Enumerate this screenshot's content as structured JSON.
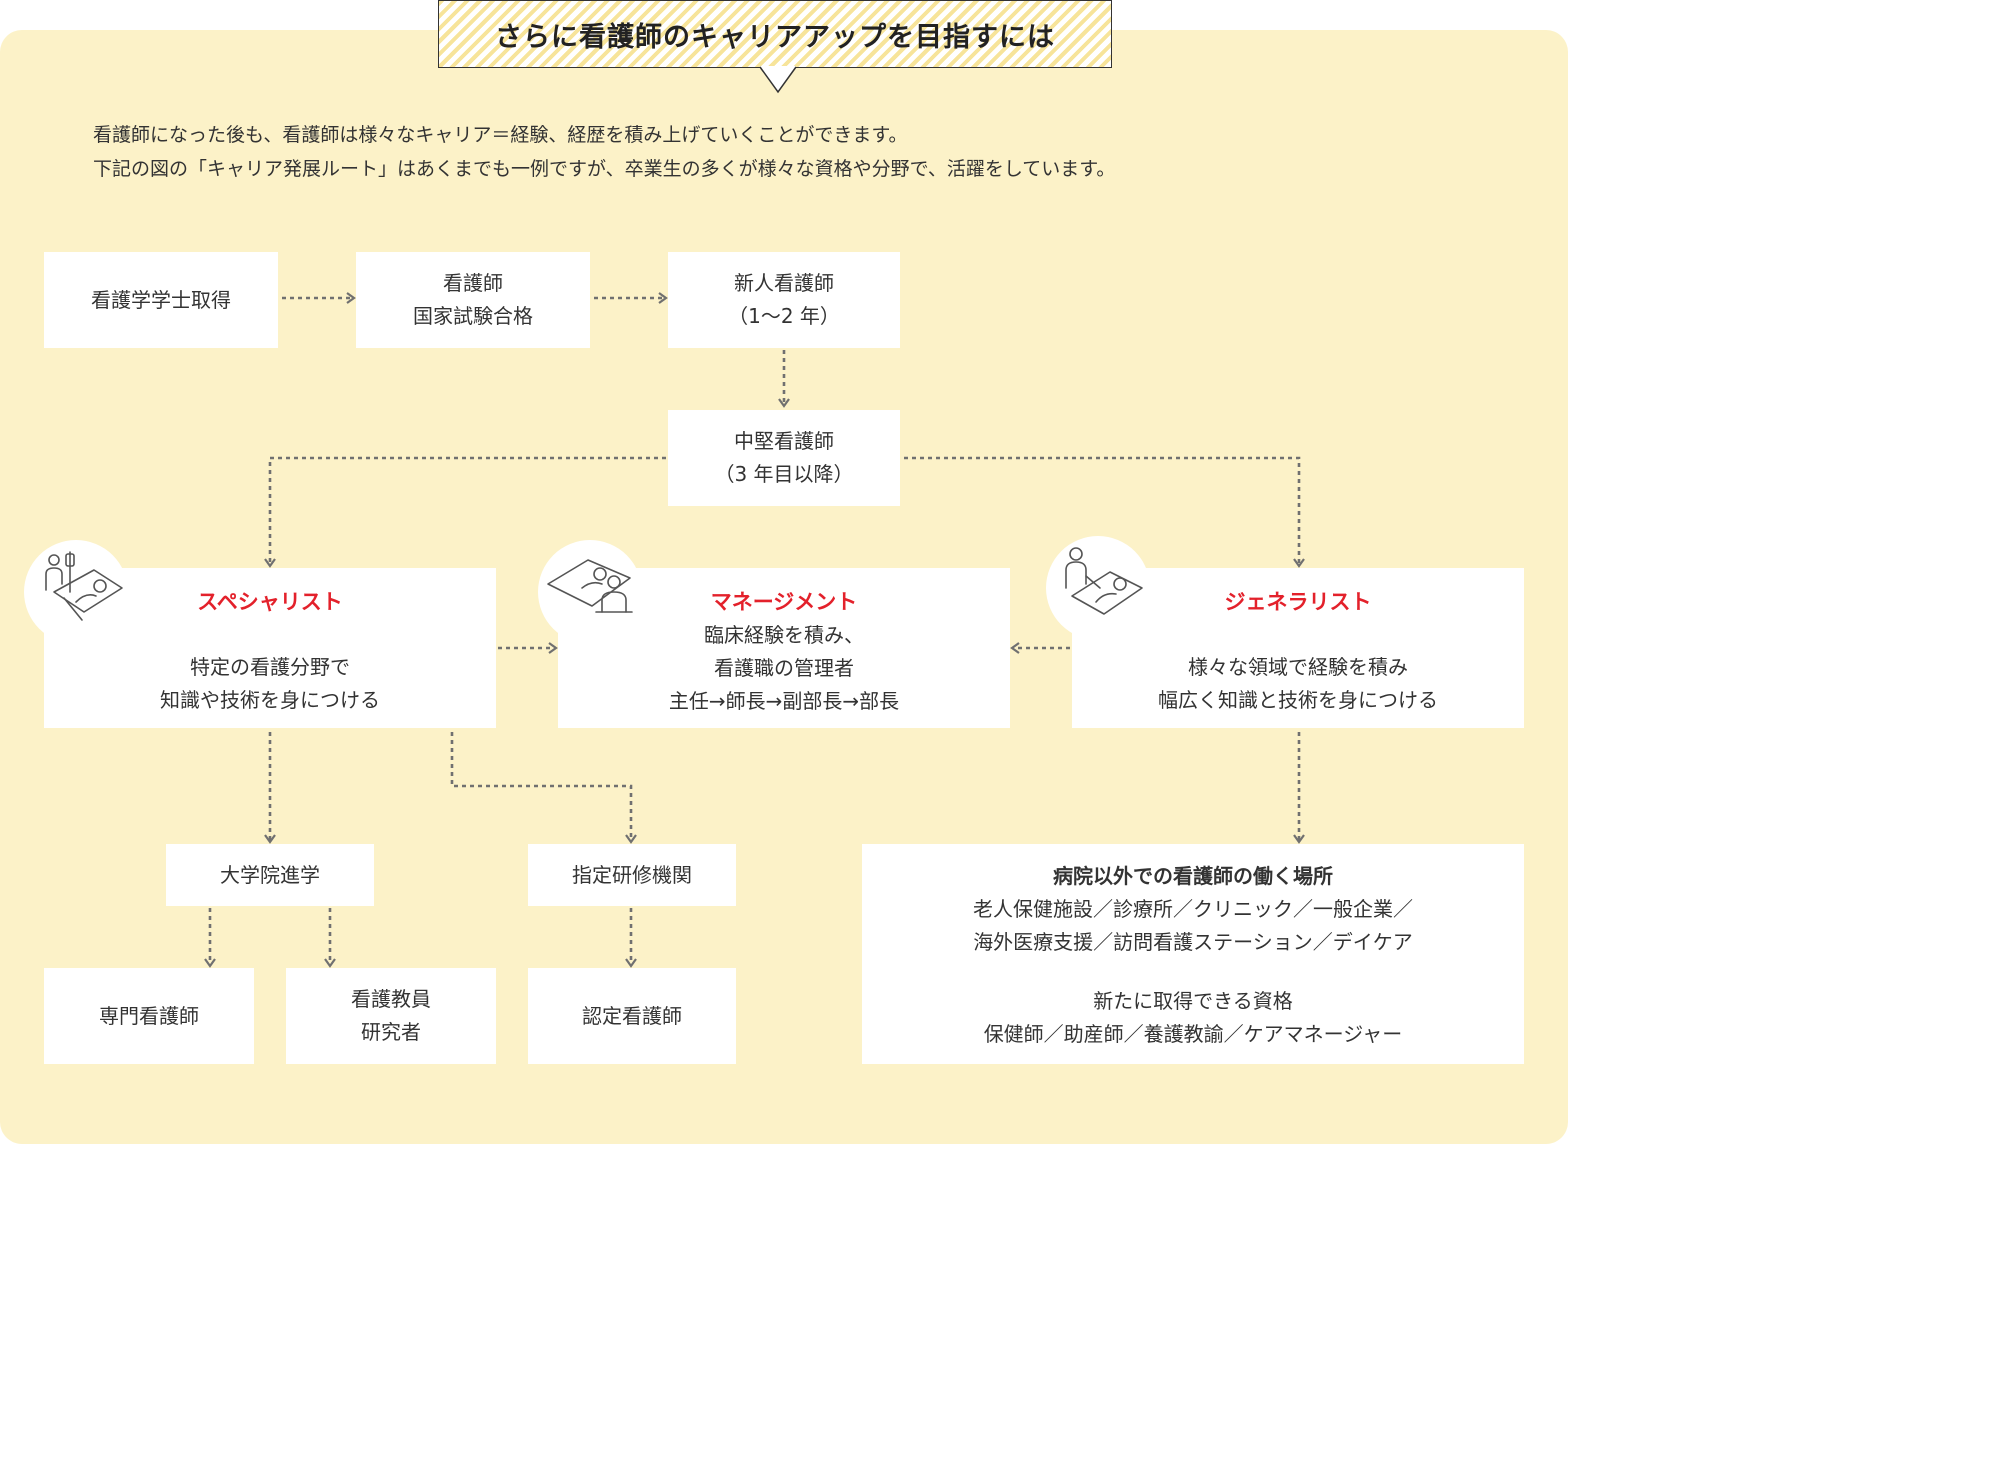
{
  "title": "さらに看護師のキャリアアップを目指すには",
  "intro": [
    "看護師になった後も、看護師は様々なキャリア＝経験、経歴を積み上げていくことができます。",
    "下記の図の「キャリア発展ルート」はあくまでも一例ですが、卒業生の多くが様々な資格や分野で、活躍をしています。"
  ],
  "nodes": {
    "bachelor": "看護学学士取得",
    "exam": [
      "看護師",
      "国家試験合格"
    ],
    "new_nurse": [
      "新人看護師",
      "（1〜2 年）"
    ],
    "mid_nurse": [
      "中堅看護師",
      "（3 年目以降）"
    ],
    "specialist": {
      "heading": "スペシャリスト",
      "lines": [
        "特定の看護分野で",
        "知識や技術を身につける"
      ]
    },
    "management": {
      "heading": "マネージメント",
      "lines": [
        "臨床経験を積み、",
        "看護職の管理者",
        "主任→師長→副部長→部長"
      ]
    },
    "generalist": {
      "heading": "ジェネラリスト",
      "lines": [
        "様々な領域で経験を積み",
        "幅広く知識と技術を身につける"
      ]
    },
    "graduate_school": "大学院進学",
    "training_institution": "指定研修機関",
    "cns": "専門看護師",
    "educator": [
      "看護教員",
      "研究者"
    ],
    "certified": "認定看護師",
    "workplaces": {
      "heading": "病院以外での看護師の働く場所",
      "lines": [
        "老人保健施設／診療所／クリニック／一般企業／",
        "海外医療支援／訪問看護ステーション／デイケア"
      ],
      "qual_heading": "新たに取得できる資格",
      "qual_lines": [
        "保健師／助産師／養護教諭／ケアマネージャー"
      ]
    }
  },
  "colors": {
    "background": "#fcf2c8",
    "accent_red": "#e3212b",
    "arrow": "#707070"
  }
}
